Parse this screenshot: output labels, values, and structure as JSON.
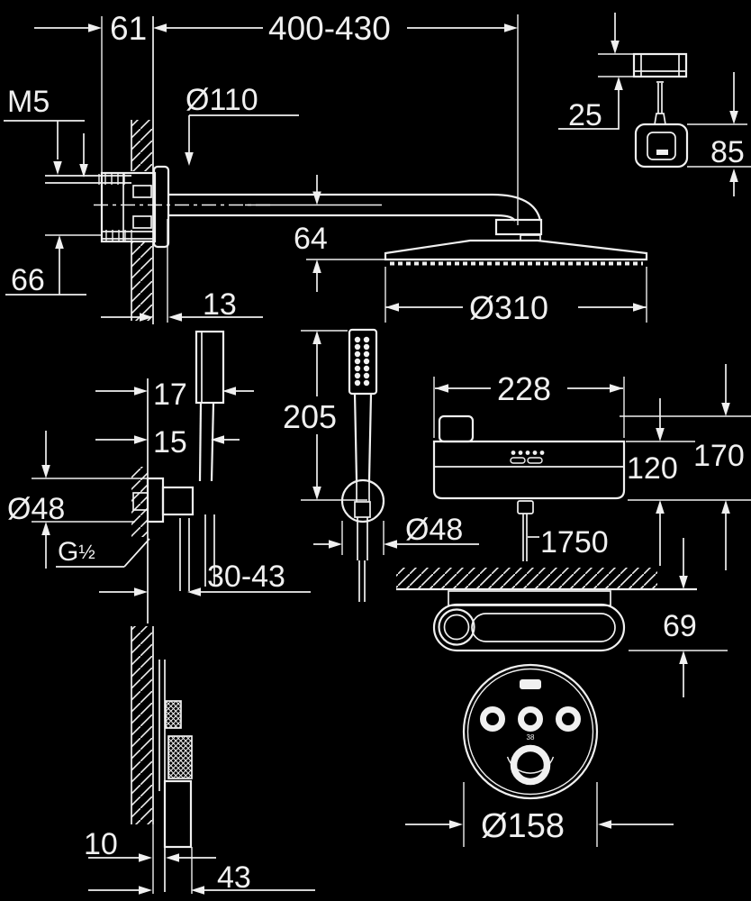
{
  "drawing": {
    "type": "technical-dimension-drawing",
    "subject": "wall-mounted shower system: head shower with arm, remote, hand shower with holder, controller, shower tray, round thermostat trim, wall section",
    "background_color": "#000000",
    "line_color": "#f0f0f0"
  },
  "labels": {
    "arm_depth": "61",
    "arm_reach": "400-430",
    "screw_thread": "M5",
    "rosette_diameter": "Ø110",
    "holder_bar_height": "25",
    "remote_height": "85",
    "screw_spacing": "66",
    "head_drop": "64",
    "wall_offset": "13",
    "head_diameter": "Ø310",
    "holder_offset_top": "17",
    "holder_offset_bottom": "15",
    "hand_shower_length": "205",
    "controller_width": "228",
    "controller_height": "120",
    "controller_total_height": "170",
    "holder_diameter_side": "Ø48",
    "thread_label": "G",
    "thread_size": "½",
    "holder_diameter_front": "Ø48",
    "hose_length": "1750",
    "holder_projection": "30-43",
    "tray_height": "69",
    "trim_diameter": "Ø158",
    "min_depth": "10",
    "max_depth": "43",
    "temperature_stop": "38"
  }
}
